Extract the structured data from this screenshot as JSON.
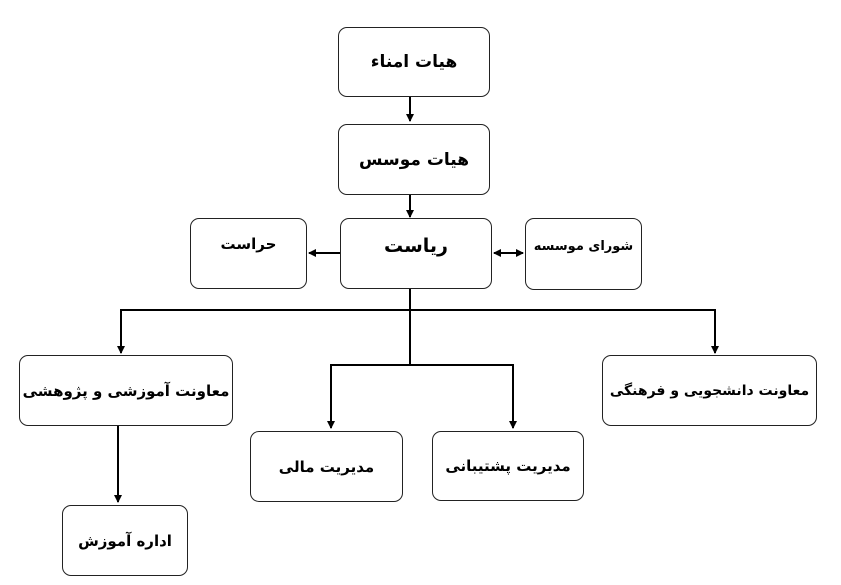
{
  "nodes": {
    "board_of_trustees": "هیات امناء",
    "board_of_founders": "هیات موسس",
    "presidency": "ریاست",
    "security": "حراست",
    "institute_council": "شورای موسسه",
    "education_research_deputy": "معاونت آموزشی و پژوهشی",
    "student_cultural_deputy": "معاونت دانشجویی و فرهنگی",
    "financial_management": "مدیریت مالی",
    "support_management": "مدیریت پشتیبانی",
    "education_office": "اداره آموزش"
  },
  "colors": {
    "line": "#000000",
    "border": "#222222"
  }
}
